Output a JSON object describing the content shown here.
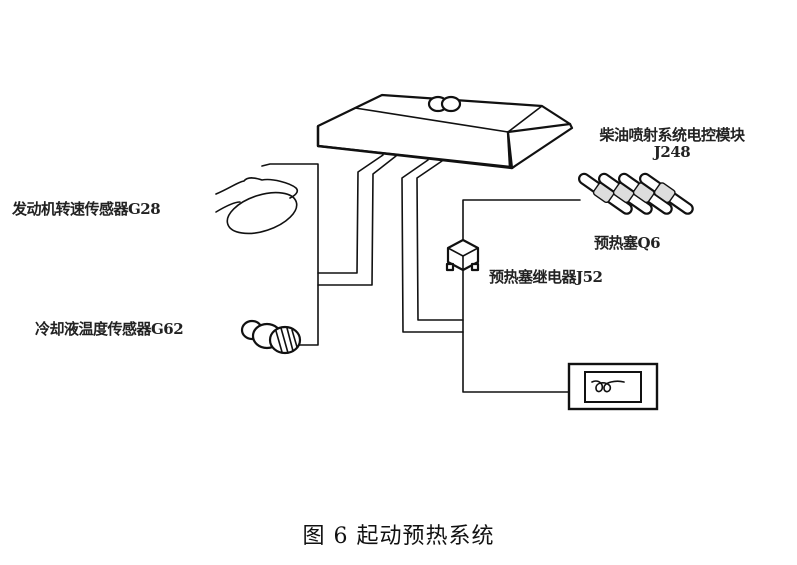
{
  "figure": {
    "caption": "图 6  起动预热系统",
    "components": {
      "ecu": {
        "name": "柴油喷射系统电控模块",
        "code": "J248"
      },
      "speed_sensor": {
        "label": "发动机转速传感器G28"
      },
      "coolant_sensor": {
        "label": "冷却液温度传感器G62"
      },
      "glow_plugs": {
        "label": "预热塞Q6"
      },
      "glow_relay": {
        "label": "预热塞继电器J52"
      },
      "glow_lamp": {
        "label": ""
      }
    },
    "colors": {
      "line": "#111111",
      "background": "#ffffff"
    }
  }
}
